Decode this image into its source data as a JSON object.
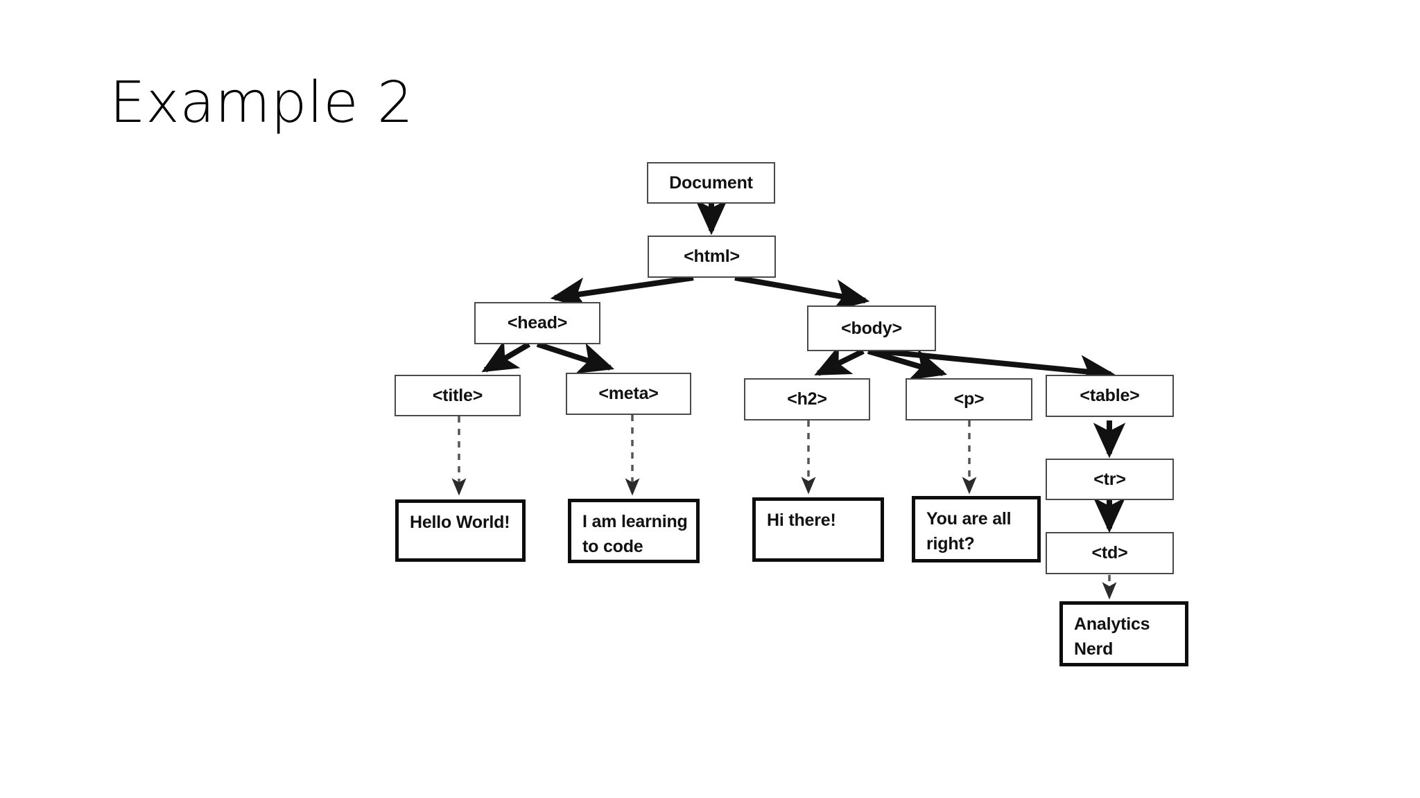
{
  "slide": {
    "title": "Example 2",
    "background_color": "#ffffff",
    "text_color": "#000000"
  },
  "diagram": {
    "kind": "dom-tree",
    "box_border_color": "#3c3c3c",
    "leaf_border_color": "#0d0d0d",
    "connector_color": "#111111",
    "nodes": {
      "document": "Document",
      "html": "<html>",
      "head": "<head>",
      "body": "<body>",
      "title": "<title>",
      "meta": "<meta>",
      "h2": "<h2>",
      "p": "<p>",
      "table": "<table>",
      "tr": "<tr>",
      "td": "<td>",
      "text_title": "Hello World!",
      "text_meta_line1": "I am learning",
      "text_meta_line2": "to code",
      "text_h2": "Hi there!",
      "text_p_line1": "You are all",
      "text_p_line2": "right?",
      "text_td_line1": "Analytics",
      "text_td_line2": "Nerd"
    },
    "edges": [
      {
        "from": "document",
        "to": "html",
        "style": "solid"
      },
      {
        "from": "html",
        "to": "head",
        "style": "solid"
      },
      {
        "from": "html",
        "to": "body",
        "style": "solid"
      },
      {
        "from": "head",
        "to": "title",
        "style": "solid"
      },
      {
        "from": "head",
        "to": "meta",
        "style": "solid"
      },
      {
        "from": "body",
        "to": "h2",
        "style": "solid"
      },
      {
        "from": "body",
        "to": "p",
        "style": "solid"
      },
      {
        "from": "body",
        "to": "table",
        "style": "solid"
      },
      {
        "from": "title",
        "to": "text_title",
        "style": "dashed"
      },
      {
        "from": "meta",
        "to": "text_meta",
        "style": "dashed"
      },
      {
        "from": "h2",
        "to": "text_h2",
        "style": "dashed"
      },
      {
        "from": "p",
        "to": "text_p",
        "style": "dashed"
      },
      {
        "from": "table",
        "to": "tr",
        "style": "solid"
      },
      {
        "from": "tr",
        "to": "td",
        "style": "solid"
      },
      {
        "from": "td",
        "to": "text_td",
        "style": "dashed"
      }
    ]
  }
}
